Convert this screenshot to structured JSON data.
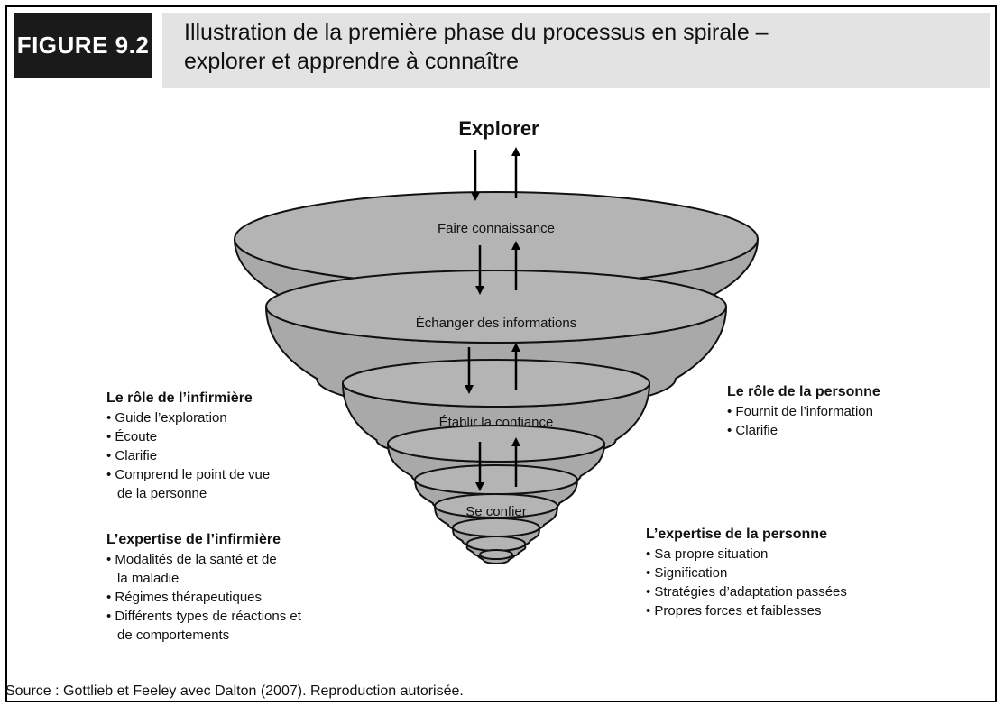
{
  "figure": {
    "label": "FIGURE 9.2",
    "title_line1": "Illustration de la première phase du processus en spirale –",
    "title_line2": "explorer et apprendre à connaître"
  },
  "diagram": {
    "top_label": "Explorer",
    "layers": [
      "Faire connaissance",
      "Échanger des informations",
      "Établir la confiance",
      "Se confier"
    ]
  },
  "left": {
    "role": {
      "heading": "Le rôle de l’infirmière",
      "items": [
        "Guide l’exploration",
        "Écoute",
        "Clarifie",
        "Comprend le point de vue de la personne"
      ]
    },
    "expertise": {
      "heading": "L’expertise de l’infirmière",
      "items": [
        "Modalités de la santé et de la maladie",
        "Régimes thérapeutiques",
        "Différents types de réactions et de comportements"
      ]
    }
  },
  "right": {
    "role": {
      "heading": "Le rôle de la personne",
      "items": [
        "Fournit de l’information",
        "Clarifie"
      ]
    },
    "expertise": {
      "heading": "L’expertise de la personne",
      "items": [
        "Sa propre situation",
        "Signification",
        "Stratégies d’adaptation passées",
        "Propres forces et faiblesses"
      ]
    }
  },
  "source": "Source : Gottlieb et Feeley avec Dalton (2007). Reproduction autorisée."
}
